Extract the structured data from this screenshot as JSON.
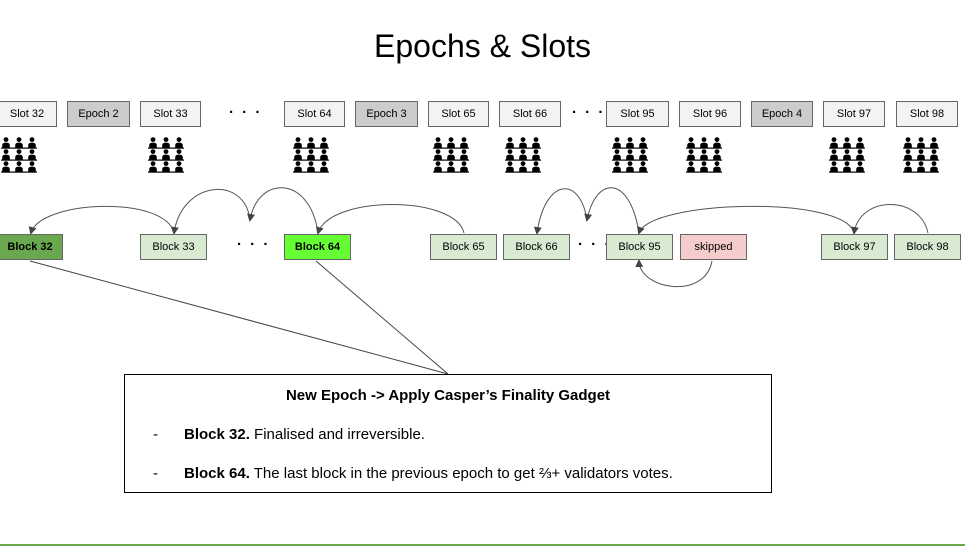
{
  "title": "Epochs & Slots",
  "slots": {
    "slot32": "Slot 32",
    "epoch2": "Epoch 2",
    "slot33": "Slot 33",
    "slot64": "Slot 64",
    "epoch3": "Epoch 3",
    "slot65": "Slot 65",
    "slot66": "Slot 66",
    "slot95": "Slot 95",
    "slot96": "Slot 96",
    "epoch4": "Epoch 4",
    "slot97": "Slot 97",
    "slot98": "Slot 98"
  },
  "blocks": {
    "b32": "Block 32",
    "b33": "Block 33",
    "b64": "Block 64",
    "b65": "Block 65",
    "b66": "Block 66",
    "b95": "Block 95",
    "skipped": "skipped",
    "b97": "Block 97",
    "b98": "Block 98"
  },
  "ellipsis": "· · ·",
  "colors": {
    "slot_bg": "#f3f3f3",
    "epoch_bg": "#cccccc",
    "block_bg": "#d9ead3",
    "finalised_block": "#6aa84f",
    "justified_block": "#66ff33",
    "skipped_block": "#f4cccc"
  },
  "info": {
    "title": "New Epoch -> Apply Casper’s Finality Gadget",
    "bullet": "-",
    "item1_bold": "Block 32.",
    "item1_text": " Finalised and irreversible.",
    "item2_bold": "Block 64.",
    "item2_text": " The last block in the previous epoch to get ⅔+ validators votes."
  }
}
